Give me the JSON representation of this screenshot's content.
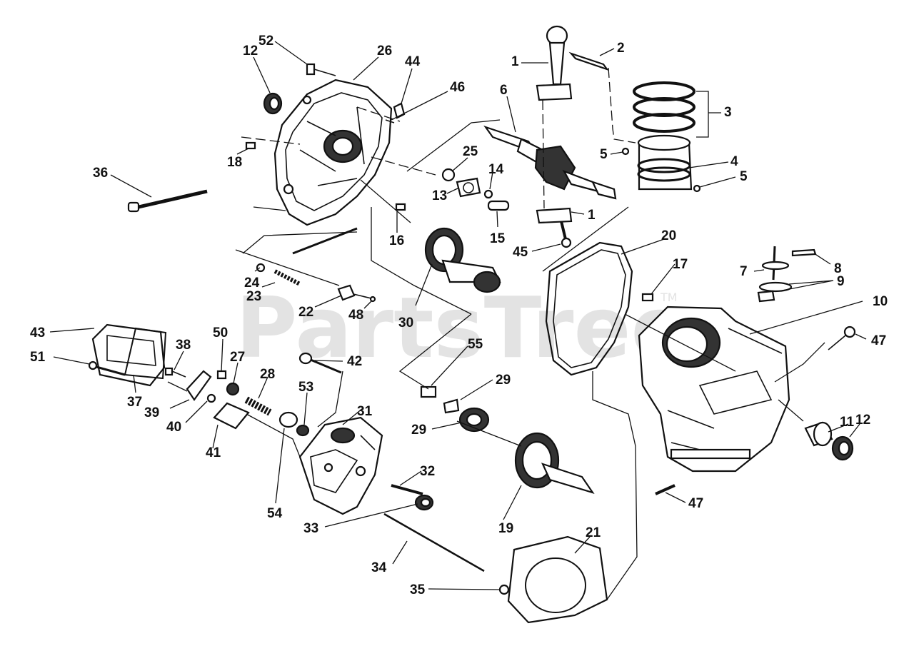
{
  "diagram": {
    "watermark": "PartsTree",
    "trademark": "TM",
    "callouts": [
      {
        "id": "c52",
        "text": "52"
      },
      {
        "id": "c12a",
        "text": "12"
      },
      {
        "id": "c26",
        "text": "26"
      },
      {
        "id": "c44",
        "text": "44"
      },
      {
        "id": "c46",
        "text": "46"
      },
      {
        "id": "c1a",
        "text": "1"
      },
      {
        "id": "c2",
        "text": "2"
      },
      {
        "id": "c6",
        "text": "6"
      },
      {
        "id": "c3",
        "text": "3"
      },
      {
        "id": "c5a",
        "text": "5"
      },
      {
        "id": "c4",
        "text": "4"
      },
      {
        "id": "c5b",
        "text": "5"
      },
      {
        "id": "c18",
        "text": "18"
      },
      {
        "id": "c25",
        "text": "25"
      },
      {
        "id": "c14",
        "text": "14"
      },
      {
        "id": "c13",
        "text": "13"
      },
      {
        "id": "c36",
        "text": "36"
      },
      {
        "id": "c1b",
        "text": "1"
      },
      {
        "id": "c15",
        "text": "15"
      },
      {
        "id": "c16",
        "text": "16"
      },
      {
        "id": "c45",
        "text": "45"
      },
      {
        "id": "c20",
        "text": "20"
      },
      {
        "id": "c17",
        "text": "17"
      },
      {
        "id": "c8",
        "text": "8"
      },
      {
        "id": "c7",
        "text": "7"
      },
      {
        "id": "c9",
        "text": "9"
      },
      {
        "id": "c24",
        "text": "24"
      },
      {
        "id": "c23",
        "text": "23"
      },
      {
        "id": "c22",
        "text": "22"
      },
      {
        "id": "c48",
        "text": "48"
      },
      {
        "id": "c30",
        "text": "30"
      },
      {
        "id": "c10",
        "text": "10"
      },
      {
        "id": "c43",
        "text": "43"
      },
      {
        "id": "c47a",
        "text": "47"
      },
      {
        "id": "c50",
        "text": "50"
      },
      {
        "id": "c55",
        "text": "55"
      },
      {
        "id": "c38",
        "text": "38"
      },
      {
        "id": "c27",
        "text": "27"
      },
      {
        "id": "c42",
        "text": "42"
      },
      {
        "id": "c51",
        "text": "51"
      },
      {
        "id": "c29a",
        "text": "29"
      },
      {
        "id": "c28",
        "text": "28"
      },
      {
        "id": "c37",
        "text": "37"
      },
      {
        "id": "c39",
        "text": "39"
      },
      {
        "id": "c31",
        "text": "31"
      },
      {
        "id": "c53",
        "text": "53"
      },
      {
        "id": "c40",
        "text": "40"
      },
      {
        "id": "c29b",
        "text": "29"
      },
      {
        "id": "c11",
        "text": "11"
      },
      {
        "id": "c12b",
        "text": "12"
      },
      {
        "id": "c41",
        "text": "41"
      },
      {
        "id": "c32",
        "text": "32"
      },
      {
        "id": "c47b",
        "text": "47"
      },
      {
        "id": "c54",
        "text": "54"
      },
      {
        "id": "c33",
        "text": "33"
      },
      {
        "id": "c19",
        "text": "19"
      },
      {
        "id": "c21",
        "text": "21"
      },
      {
        "id": "c34",
        "text": "34"
      },
      {
        "id": "c35",
        "text": "35"
      }
    ]
  }
}
